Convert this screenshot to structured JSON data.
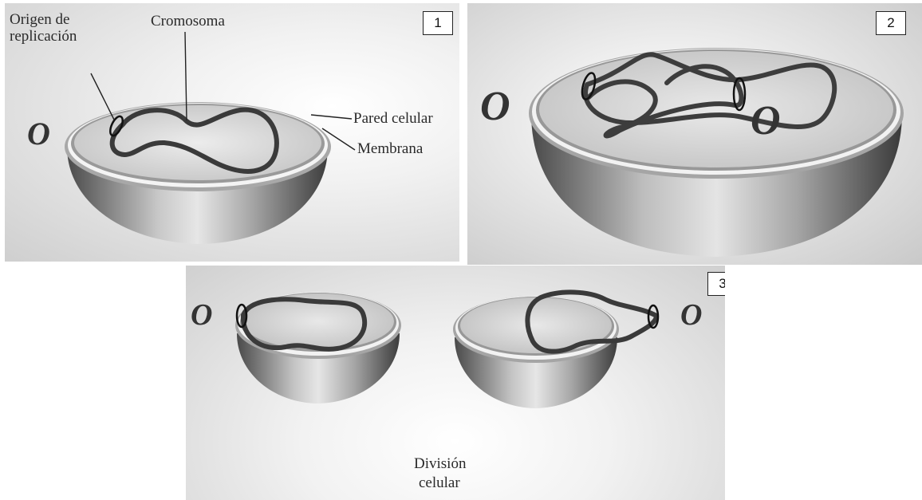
{
  "panel1": {
    "number": "1",
    "labels": {
      "origen": "Origen de",
      "replicacion": "replicación",
      "cromosoma": "Cromosoma",
      "pared": "Pared celular",
      "membrana": "Membrana",
      "origin_marker": "O"
    }
  },
  "panel2": {
    "number": "2",
    "origin_left": "O",
    "origin_right": "O"
  },
  "panel3": {
    "number": "3",
    "origin_left": "O",
    "origin_right": "O",
    "division_line1": "División",
    "division_line2": "celular"
  }
}
